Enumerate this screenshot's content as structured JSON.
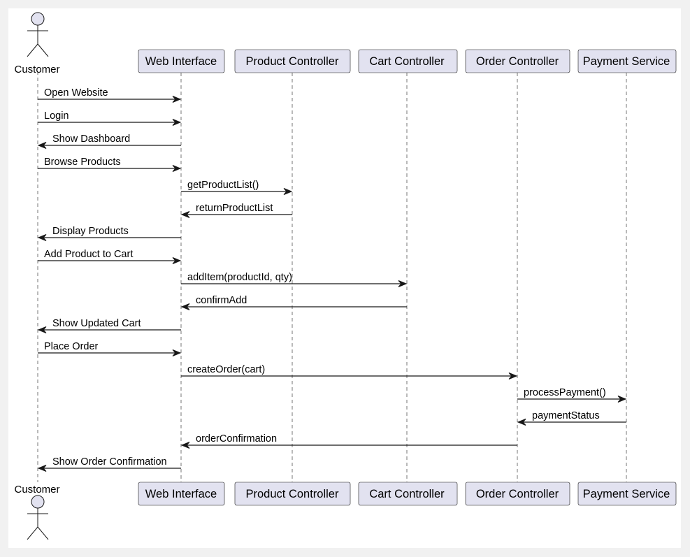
{
  "actor": {
    "label": "Customer"
  },
  "participants": [
    {
      "id": "customer",
      "label": "Customer",
      "type": "actor"
    },
    {
      "id": "web",
      "label": "Web Interface",
      "type": "box"
    },
    {
      "id": "product",
      "label": "Product Controller",
      "type": "box"
    },
    {
      "id": "cart",
      "label": "Cart Controller",
      "type": "box"
    },
    {
      "id": "order",
      "label": "Order Controller",
      "type": "box"
    },
    {
      "id": "payment",
      "label": "Payment Service",
      "type": "box"
    }
  ],
  "messages": [
    {
      "from": "customer",
      "to": "web",
      "label": "Open Website"
    },
    {
      "from": "customer",
      "to": "web",
      "label": "Login"
    },
    {
      "from": "web",
      "to": "customer",
      "label": "Show Dashboard"
    },
    {
      "from": "customer",
      "to": "web",
      "label": "Browse Products"
    },
    {
      "from": "web",
      "to": "product",
      "label": "getProductList()"
    },
    {
      "from": "product",
      "to": "web",
      "label": "returnProductList"
    },
    {
      "from": "web",
      "to": "customer",
      "label": "Display Products"
    },
    {
      "from": "customer",
      "to": "web",
      "label": "Add Product to Cart"
    },
    {
      "from": "web",
      "to": "cart",
      "label": "addItem(productId, qty)"
    },
    {
      "from": "cart",
      "to": "web",
      "label": "confirmAdd"
    },
    {
      "from": "web",
      "to": "customer",
      "label": "Show Updated Cart"
    },
    {
      "from": "customer",
      "to": "web",
      "label": "Place Order"
    },
    {
      "from": "web",
      "to": "order",
      "label": "createOrder(cart)"
    },
    {
      "from": "order",
      "to": "payment",
      "label": "processPayment()"
    },
    {
      "from": "payment",
      "to": "order",
      "label": "paymentStatus"
    },
    {
      "from": "order",
      "to": "web",
      "label": "orderConfirmation"
    },
    {
      "from": "web",
      "to": "customer",
      "label": "Show Order Confirmation"
    }
  ],
  "colors": {
    "box_fill": "#e2e2f0",
    "box_stroke": "#181818",
    "lifeline": "#181818",
    "arrow": "#181818",
    "text": "#000000"
  }
}
